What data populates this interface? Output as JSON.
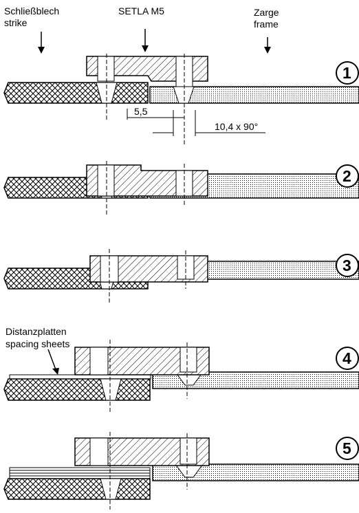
{
  "labels": {
    "strike_de": "Schließblech",
    "strike_en": "strike",
    "setla": "SETLA M5",
    "frame_de": "Zarge",
    "frame_en": "frame",
    "spacing_de": "Distanzplatten",
    "spacing_en": "spacing sheets"
  },
  "dimensions": {
    "offset": "5,5",
    "countersink": "10,4 x 90°"
  },
  "steps": [
    {
      "number": "1"
    },
    {
      "number": "2"
    },
    {
      "number": "3"
    },
    {
      "number": "4"
    },
    {
      "number": "5"
    }
  ]
}
